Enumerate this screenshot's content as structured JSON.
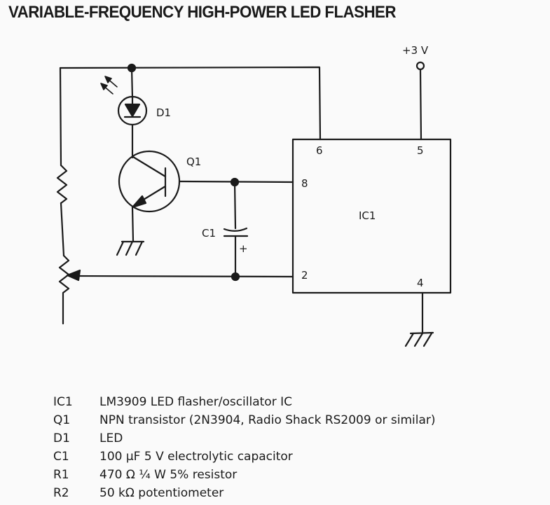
{
  "title": "VARIABLE-FREQUENCY HIGH-POWER LED FLASHER",
  "schematic": {
    "supply_label": "+3 V",
    "d1_label": "D1",
    "q1_label": "Q1",
    "c1_label": "C1",
    "c1_polarity": "+",
    "ic_label": "IC1",
    "pins": {
      "p6": "6",
      "p5": "5",
      "p8": "8",
      "p2": "2",
      "p4": "4"
    }
  },
  "parts_list": [
    {
      "ref": "IC1",
      "desc": "LM3909 LED flasher/oscillator IC"
    },
    {
      "ref": "Q1",
      "desc": "NPN transistor (2N3904, Radio Shack RS2009 or similar)"
    },
    {
      "ref": "D1",
      "desc": "LED"
    },
    {
      "ref": "C1",
      "desc": "100 µF 5 V electrolytic capacitor"
    },
    {
      "ref": "R1",
      "desc": "470 Ω ¼ W 5% resistor"
    },
    {
      "ref": "R2",
      "desc": "50 kΩ potentiometer"
    }
  ]
}
